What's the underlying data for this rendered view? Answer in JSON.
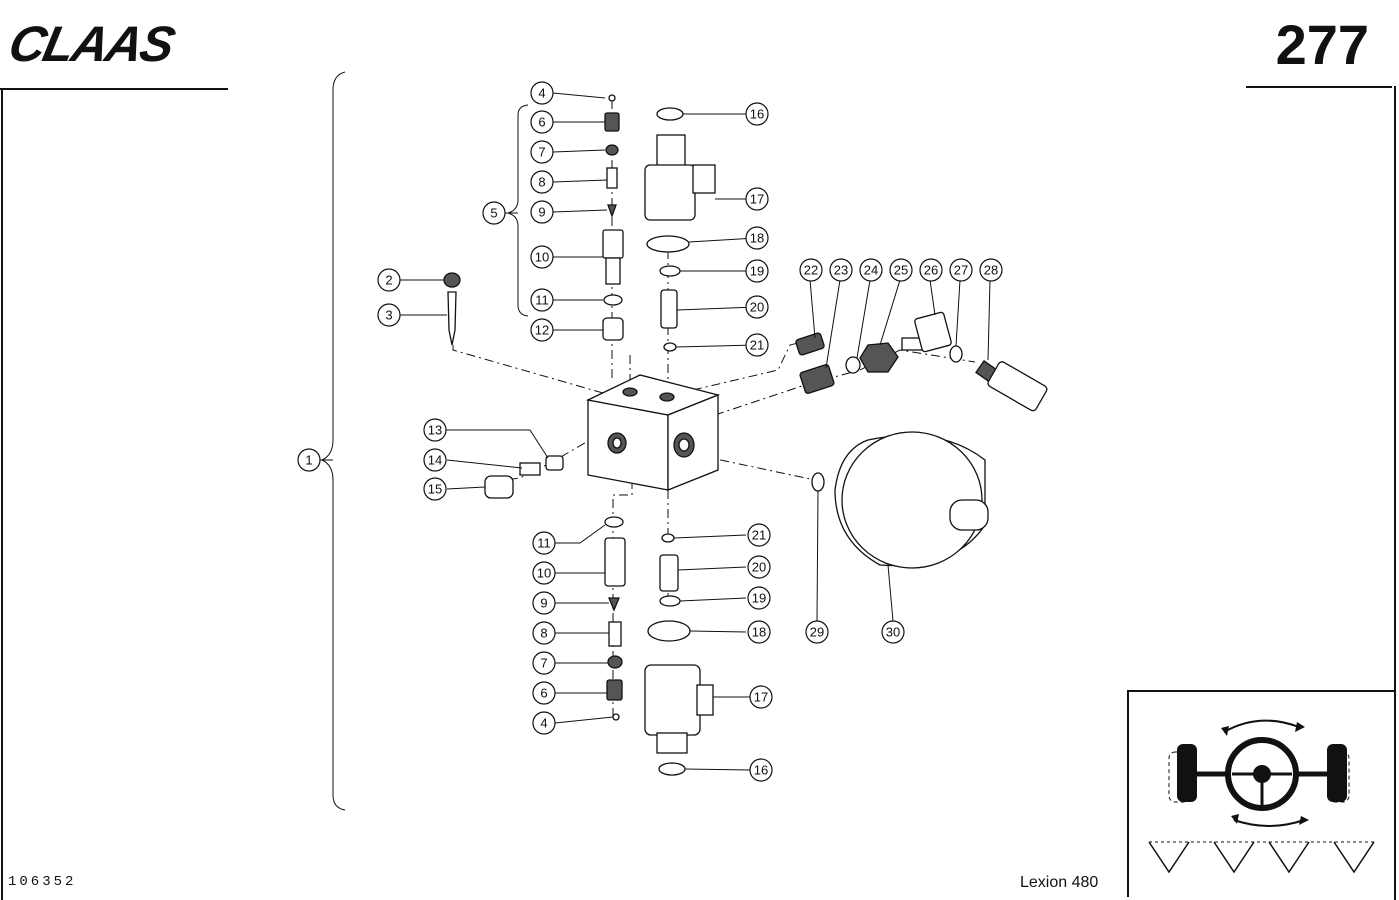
{
  "brand": "CLAAS",
  "page_number": "277",
  "reference_number": "106352",
  "model": "Lexion 480",
  "callouts": {
    "c1": "1",
    "c2": "2",
    "c3": "3",
    "c4a": "4",
    "c5": "5",
    "c6a": "6",
    "c7a": "7",
    "c8a": "8",
    "c9a": "9",
    "c10a": "10",
    "c11a": "11",
    "c12": "12",
    "c13": "13",
    "c14": "14",
    "c15": "15",
    "c16a": "16",
    "c17a": "17",
    "c18a": "18",
    "c19a": "19",
    "c20a": "20",
    "c21a": "21",
    "c22": "22",
    "c23": "23",
    "c24": "24",
    "c25": "25",
    "c26": "26",
    "c27": "27",
    "c28": "28",
    "c11b": "11",
    "c21b": "21",
    "c10b": "10",
    "c20b": "20",
    "c9b": "9",
    "c19b": "19",
    "c8b": "8",
    "c18b": "18",
    "c29": "29",
    "c30": "30",
    "c7b": "7",
    "c6b": "6",
    "c17b": "17",
    "c4b": "4",
    "c16b": "16"
  }
}
